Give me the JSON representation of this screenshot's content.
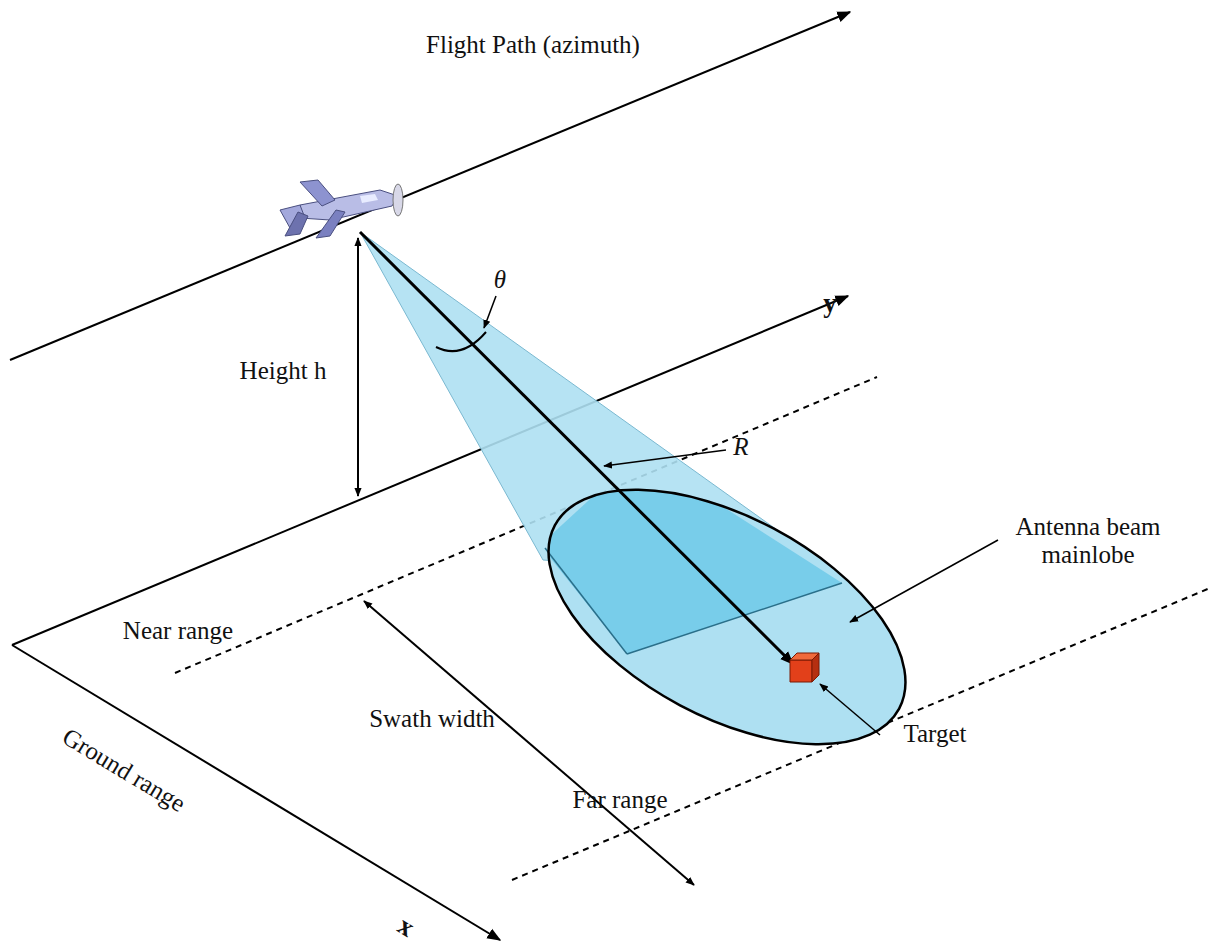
{
  "diagram": {
    "labels": [
      "Flight Path (azimuth)",
      "θ",
      "y",
      "Height h",
      "R",
      "Near range",
      "Antenna beam mainlobe",
      "Swath width",
      "Ground range",
      "Far range",
      "Target",
      "x"
    ]
  }
}
